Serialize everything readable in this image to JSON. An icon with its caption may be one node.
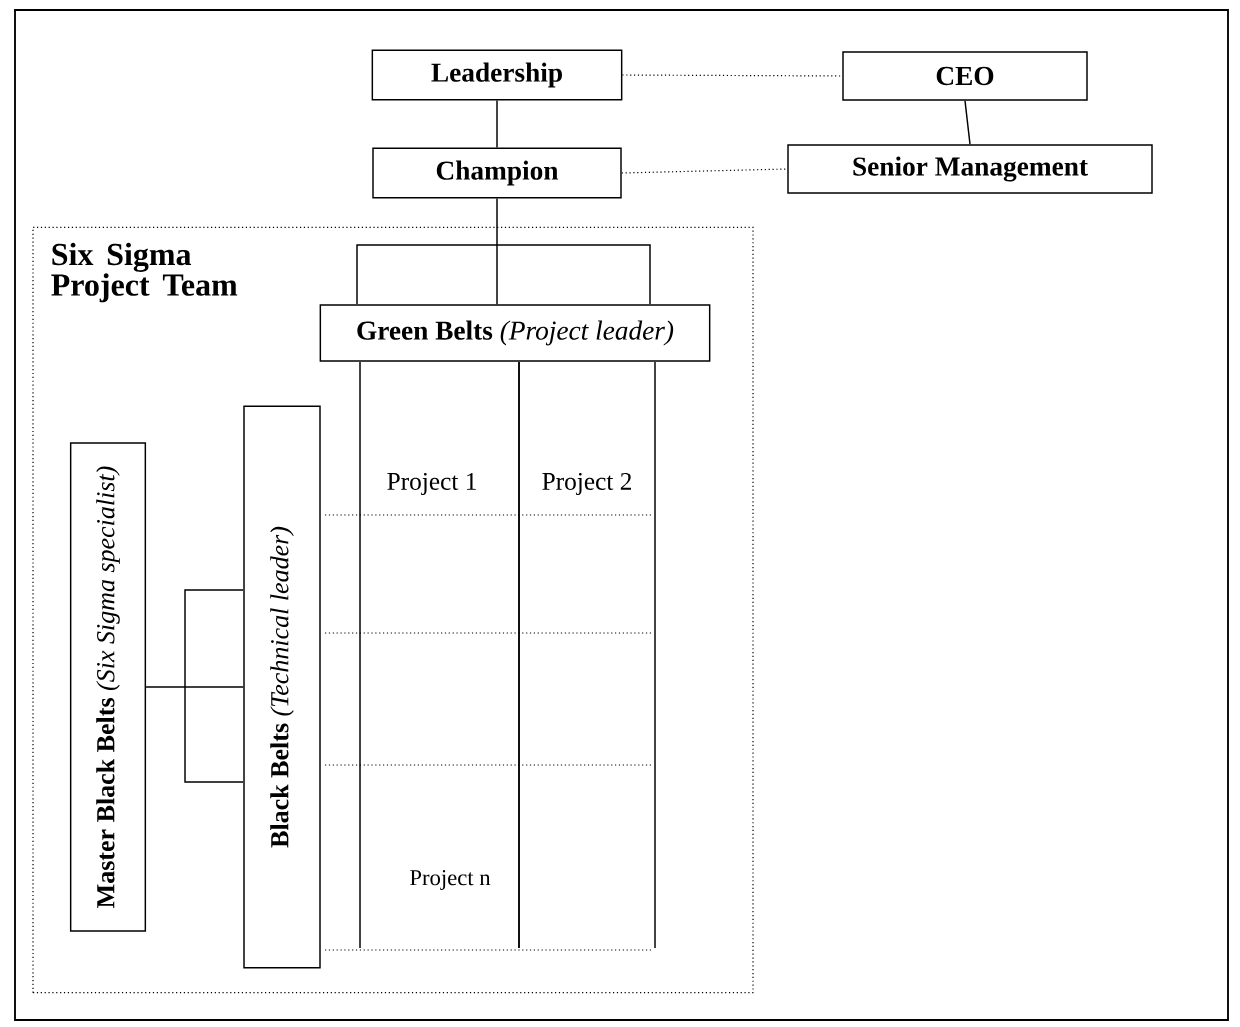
{
  "diagram": {
    "nodes": [
      {
        "text": [
          "Leadership"
        ]
      },
      {
        "text": [
          "CEO"
        ]
      },
      {
        "text": [
          "Champion"
        ]
      },
      {
        "text": [
          "Senior Management"
        ]
      },
      {
        "text": [
          "Six Sigma Project Team"
        ]
      },
      {
        "text": [
          "**Green Belts** *(Project leader)*"
        ],
        "in": 4
      },
      {
        "text": [
          "Project 1"
        ],
        "in": 4
      },
      {
        "text": [
          "Project 2"
        ],
        "in": 4
      },
      {
        "text": [
          "**Master Black Belts** *(Six Sigma specialist)*"
        ],
        "in": 4
      },
      {
        "text": [
          "**Black Belts**   *(Technical leader)*"
        ],
        "in": 4
      }
    ],
    "edges": [
      {
        "from": 0,
        "to": 1,
        "arrow": "none",
        "style": "dashed"
      },
      {
        "from": 0,
        "to": 2,
        "arrow": "none"
      },
      {
        "from": 1,
        "to": 3,
        "arrow": "none"
      },
      {
        "from": 2,
        "to": 3,
        "arrow": "none",
        "style": "dashed"
      },
      {
        "from": 2,
        "to": 5,
        "arrow": "none"
      },
      {
        "from": 8,
        "to": 9,
        "arrow": "none"
      }
    ],
    "labels": [
      "Project n"
    ]
  }
}
